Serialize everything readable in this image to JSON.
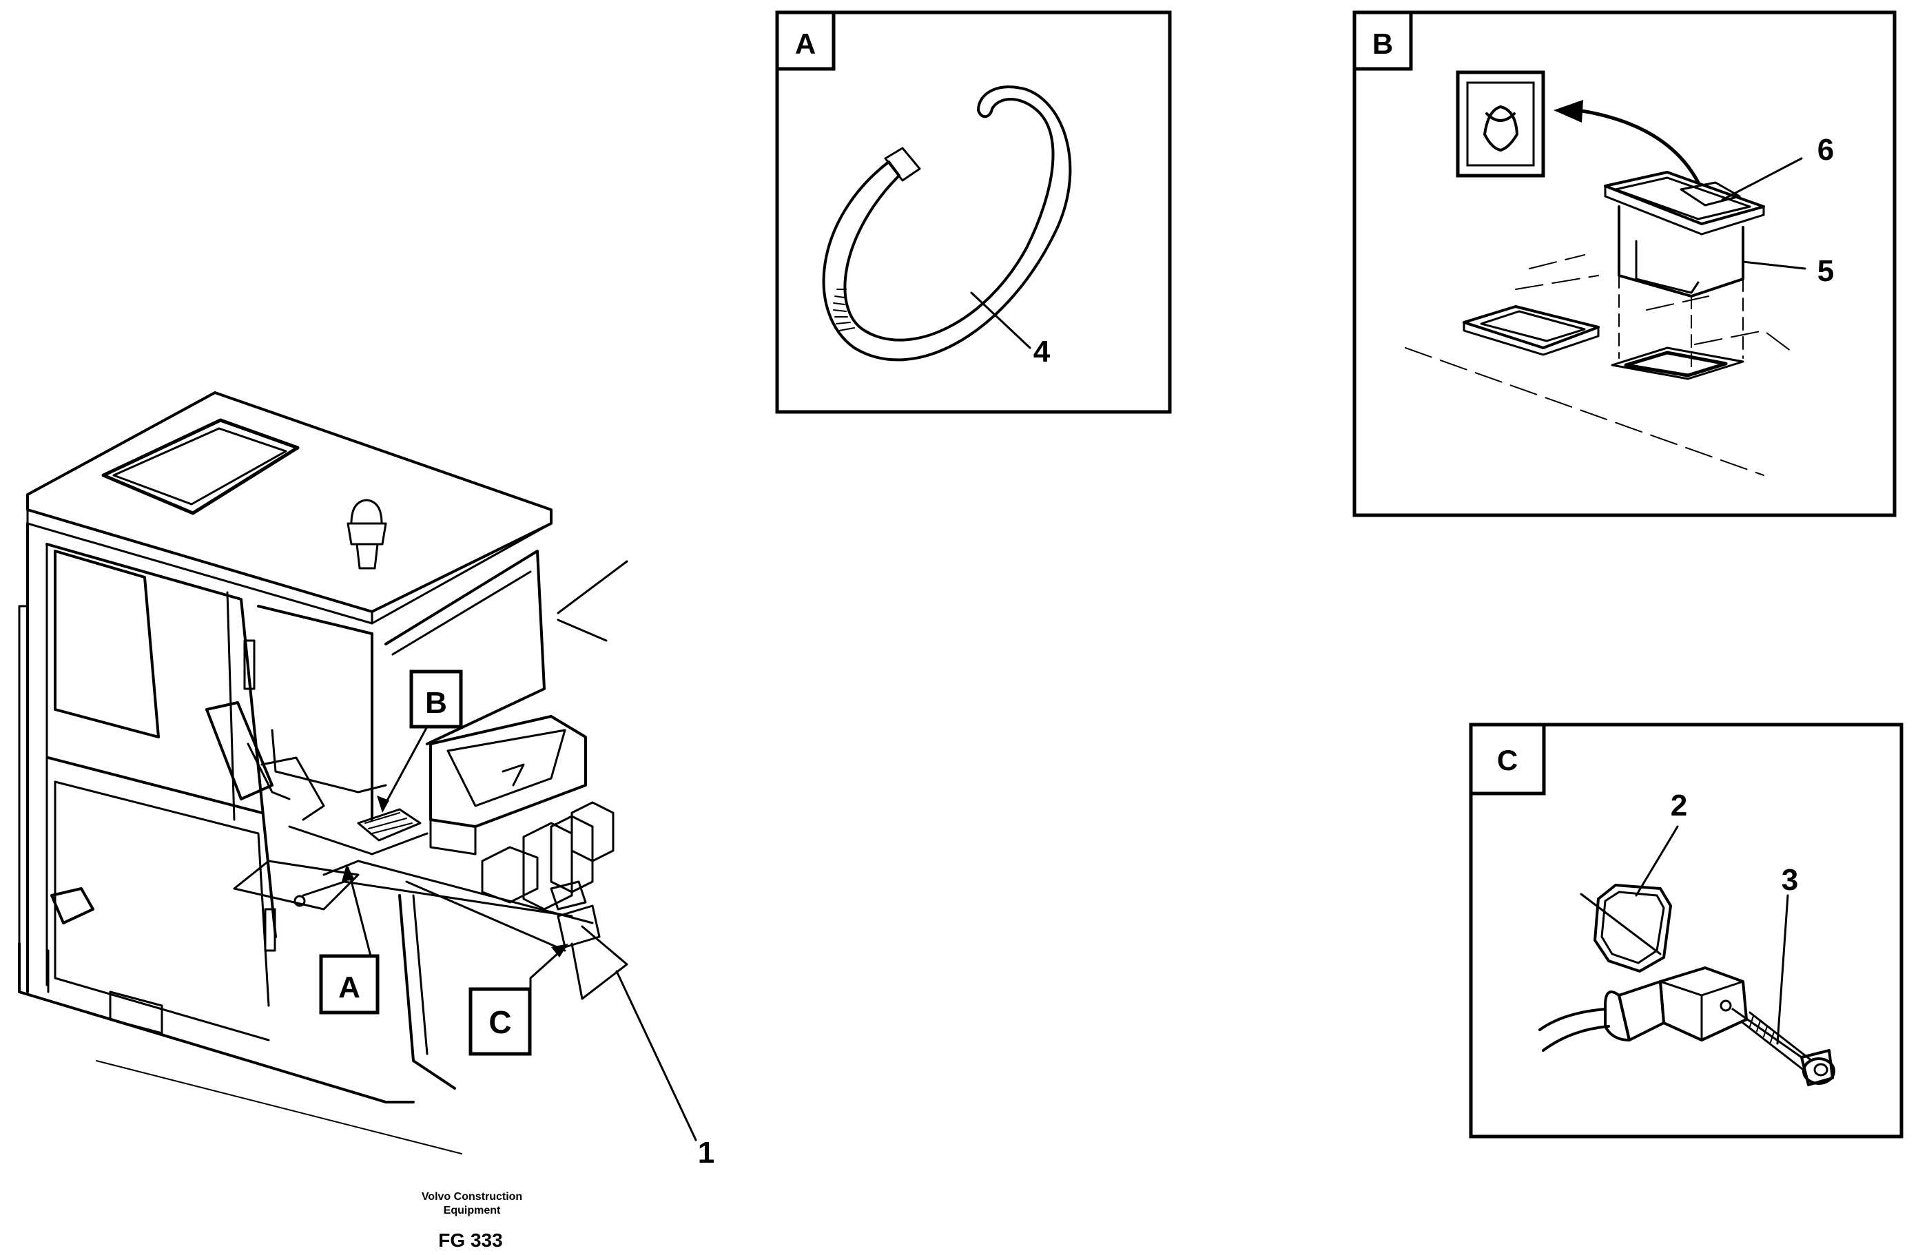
{
  "panels": {
    "a": {
      "letter": "A"
    },
    "b": {
      "letter": "B"
    },
    "c": {
      "letter": "C"
    }
  },
  "callouts": {
    "cab_a": "A",
    "cab_b": "B",
    "cab_c": "C"
  },
  "part_numbers": {
    "p1": "1",
    "p2": "2",
    "p3": "3",
    "p4": "4",
    "p5": "5",
    "p6": "6"
  },
  "footer": {
    "company_line1": "Volvo Construction",
    "company_line2": "Equipment",
    "figure_code": "FG 333"
  }
}
